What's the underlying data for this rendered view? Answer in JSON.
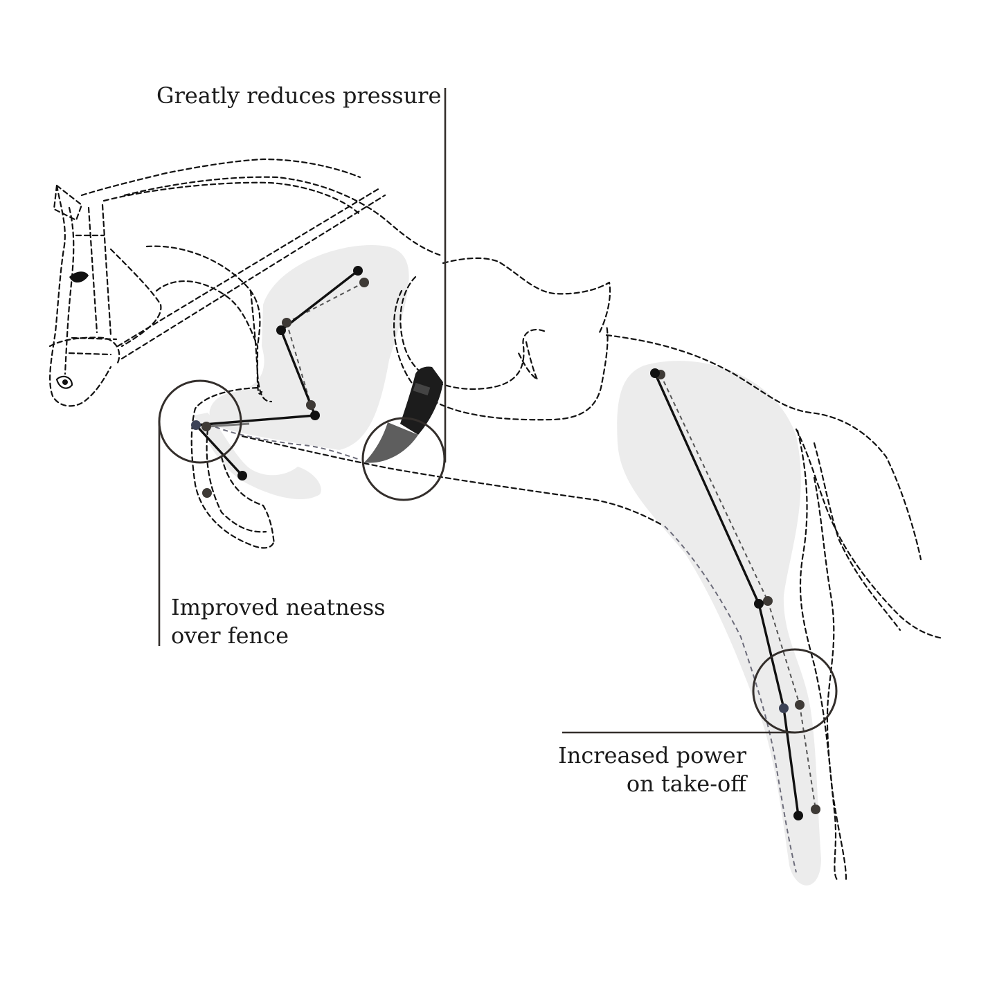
{
  "diagram": {
    "annotations": [
      {
        "id": "pressure",
        "lines": [
          "Greatly reduces pressure"
        ]
      },
      {
        "id": "neatness",
        "lines": [
          "Improved neatness",
          "over fence"
        ]
      },
      {
        "id": "power",
        "lines": [
          "Increased power",
          "on take-off"
        ]
      }
    ]
  },
  "colors": {
    "outline": "#111111",
    "shading": "#ececec",
    "leader": "#332e2b",
    "girth": "#1c1c1c"
  }
}
